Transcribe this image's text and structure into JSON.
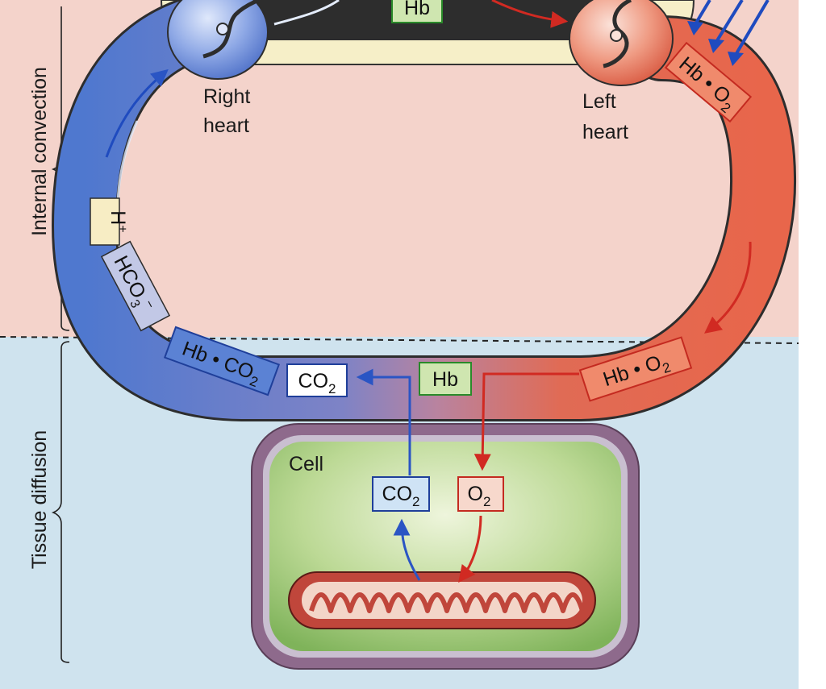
{
  "sections": {
    "upper": "Internal convection",
    "lower": "Tissue diffusion"
  },
  "labels": {
    "right_heart": [
      "Right",
      "heart"
    ],
    "left_heart": [
      "Left",
      "heart"
    ],
    "cell": "Cell"
  },
  "boxes": {
    "hb_top": "Hb",
    "hbo2_left_heart": [
      "Hb",
      "O",
      "2"
    ],
    "h_plus": [
      "H",
      "+"
    ],
    "hco3": [
      "HCO",
      "3",
      "−"
    ],
    "hbco2": [
      "Hb",
      "CO",
      "2"
    ],
    "co2_capillary": [
      "CO",
      "2"
    ],
    "hb_capillary": "Hb",
    "hbo2_capillary": [
      "Hb",
      "O",
      "2"
    ],
    "co2_cell": [
      "CO",
      "2"
    ],
    "o2_cell": [
      "O",
      "2"
    ]
  },
  "colors": {
    "upper_bg": "#f4d3cb",
    "lower_bg": "#cfe3ee",
    "venous": "#5b82d4",
    "arterial": "#e6694f",
    "co2_arrow": "#2a55c4",
    "o2_arrow": "#d12a22",
    "hb_box": "#cfe6b0",
    "cell_membrane": "#8e6a8c",
    "mitochondrion": "#c0463b"
  }
}
